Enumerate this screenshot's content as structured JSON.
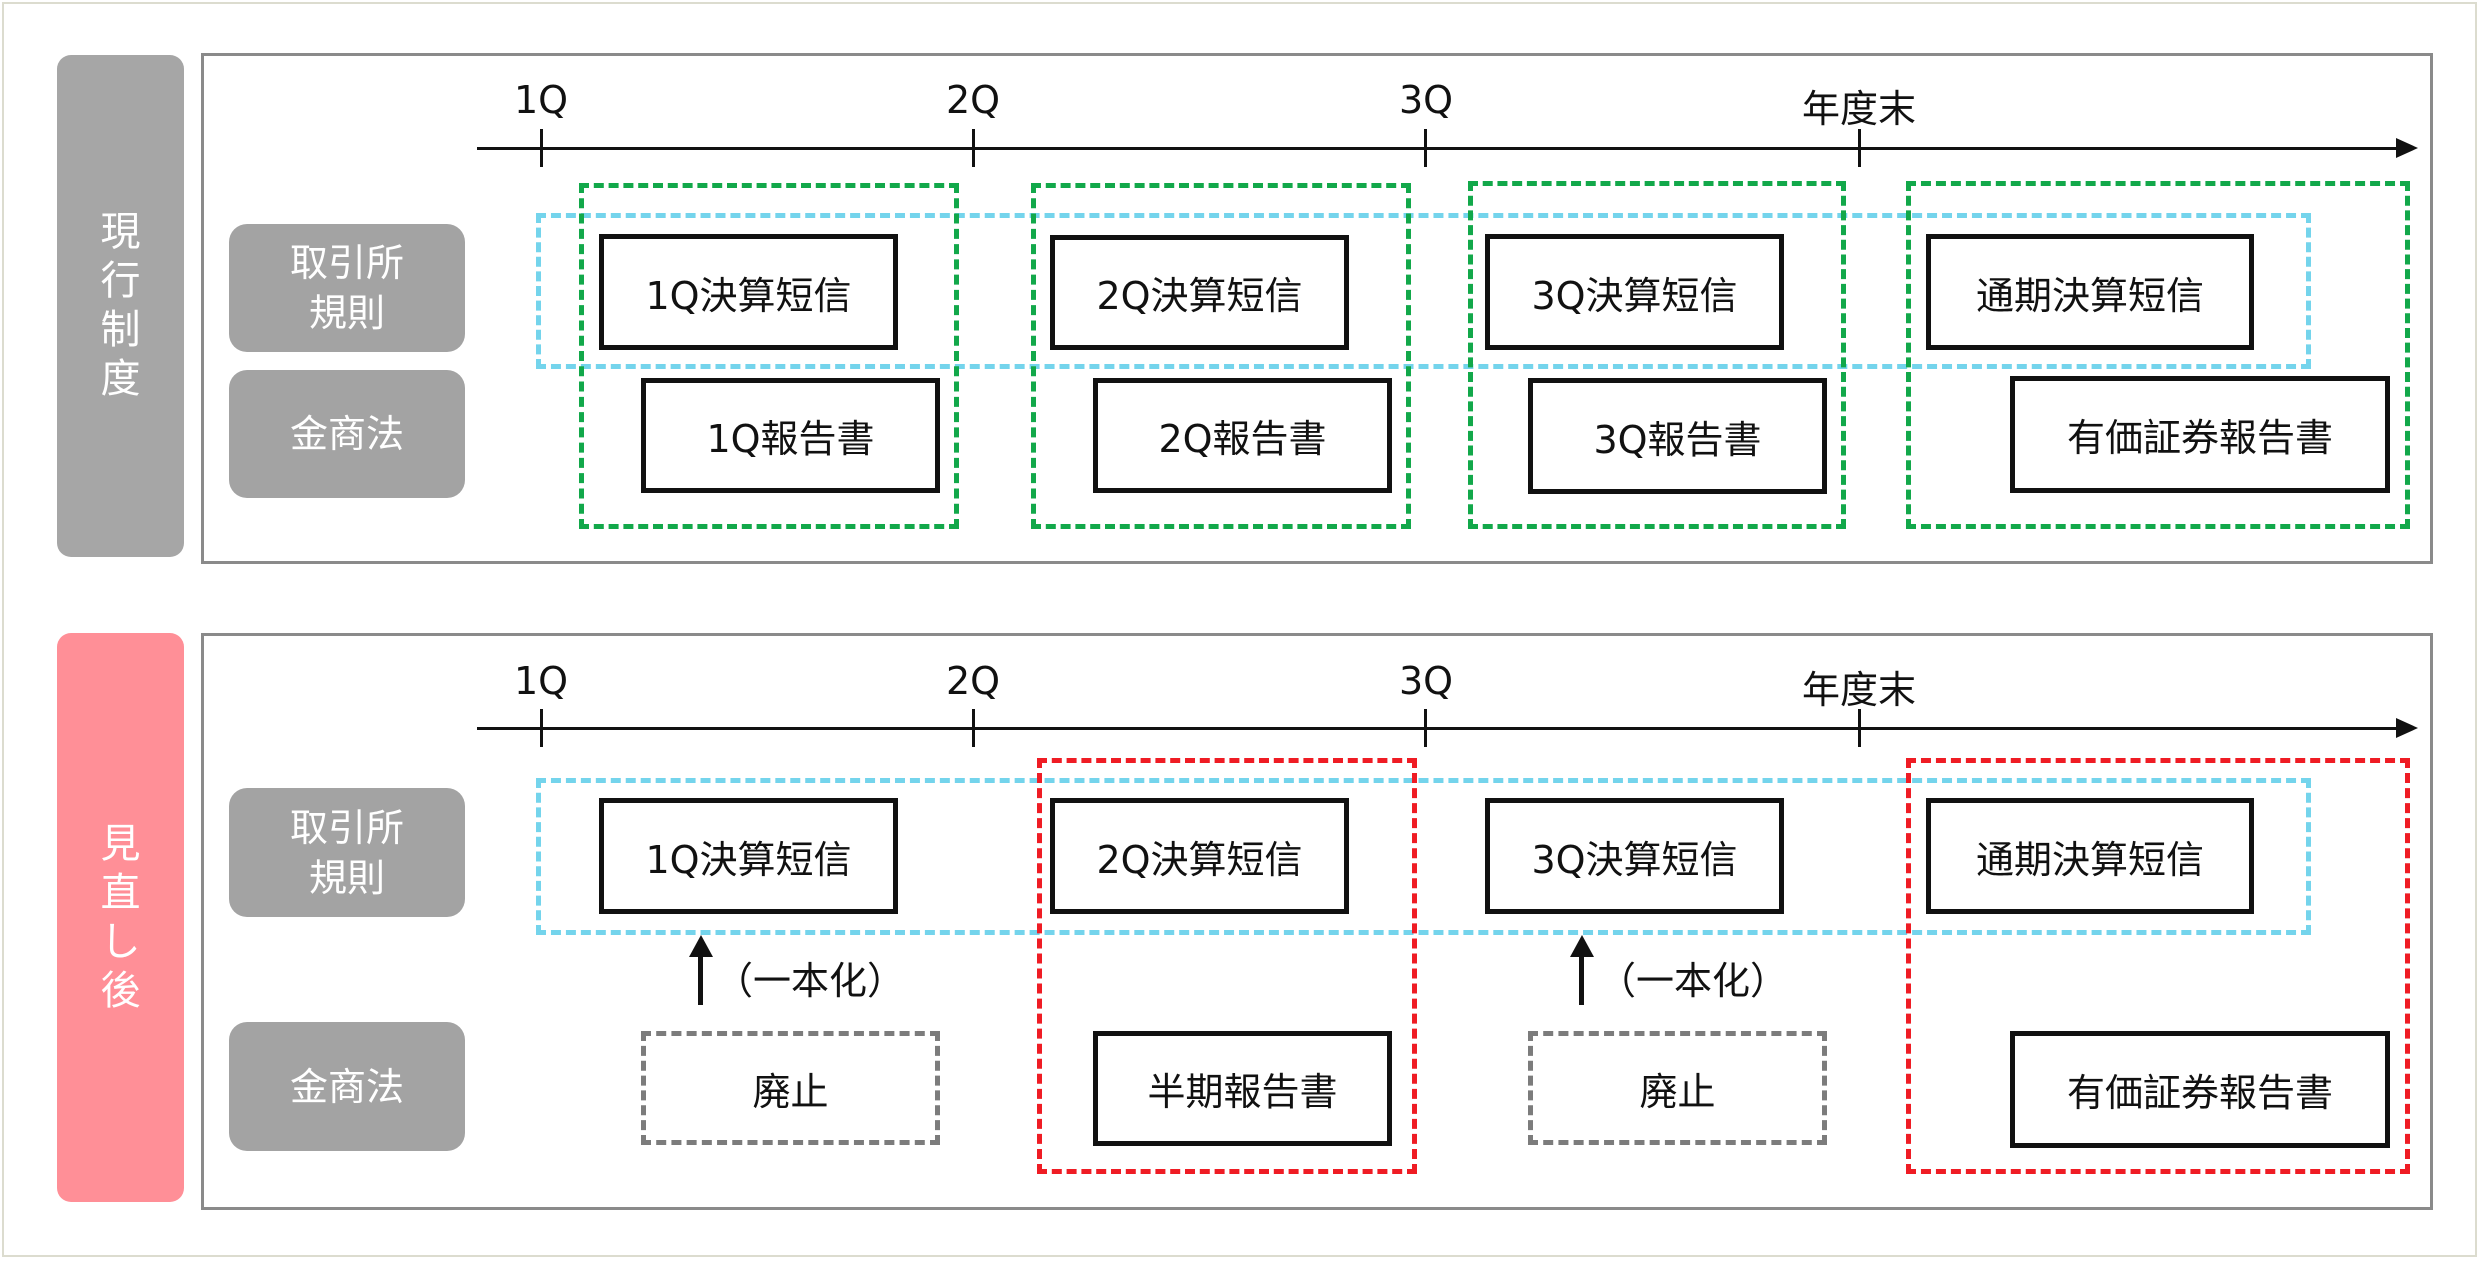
{
  "colors": {
    "current_badge": "#a6a6a6",
    "revised_badge": "#ff8f97",
    "green_group": "#12a84a",
    "blue_group": "#74d4ec",
    "red_group": "#ef1c24",
    "grey_label": "#a3a3a3"
  },
  "top": {
    "side_label": [
      "現",
      "行",
      "制",
      "度"
    ],
    "timeline": {
      "q1": "1Q",
      "q2": "2Q",
      "q3": "3Q",
      "year_end": "年度末"
    },
    "row_exchange": [
      "取引所",
      "規則"
    ],
    "row_fiea": "金商法",
    "tanshin": {
      "q1": "1Q決算短信",
      "q2": "2Q決算短信",
      "q3": "3Q決算短信",
      "annual": "通期決算短信"
    },
    "reports": {
      "q1": "1Q報告書",
      "q2": "2Q報告書",
      "q3": "3Q報告書",
      "annual": "有価証券報告書"
    }
  },
  "bottom": {
    "side_label": [
      "見",
      "直",
      "し",
      "後"
    ],
    "timeline": {
      "q1": "1Q",
      "q2": "2Q",
      "q3": "3Q",
      "year_end": "年度末"
    },
    "row_exchange": [
      "取引所",
      "規則"
    ],
    "row_fiea": "金商法",
    "tanshin": {
      "q1": "1Q決算短信",
      "q2": "2Q決算短信",
      "q3": "3Q決算短信",
      "annual": "通期決算短信"
    },
    "reports": {
      "q1": "廃止",
      "half": "半期報告書",
      "q3": "廃止",
      "annual": "有価証券報告書"
    },
    "unify_note_q1": "（一本化）",
    "unify_note_q3": "（一本化）"
  }
}
